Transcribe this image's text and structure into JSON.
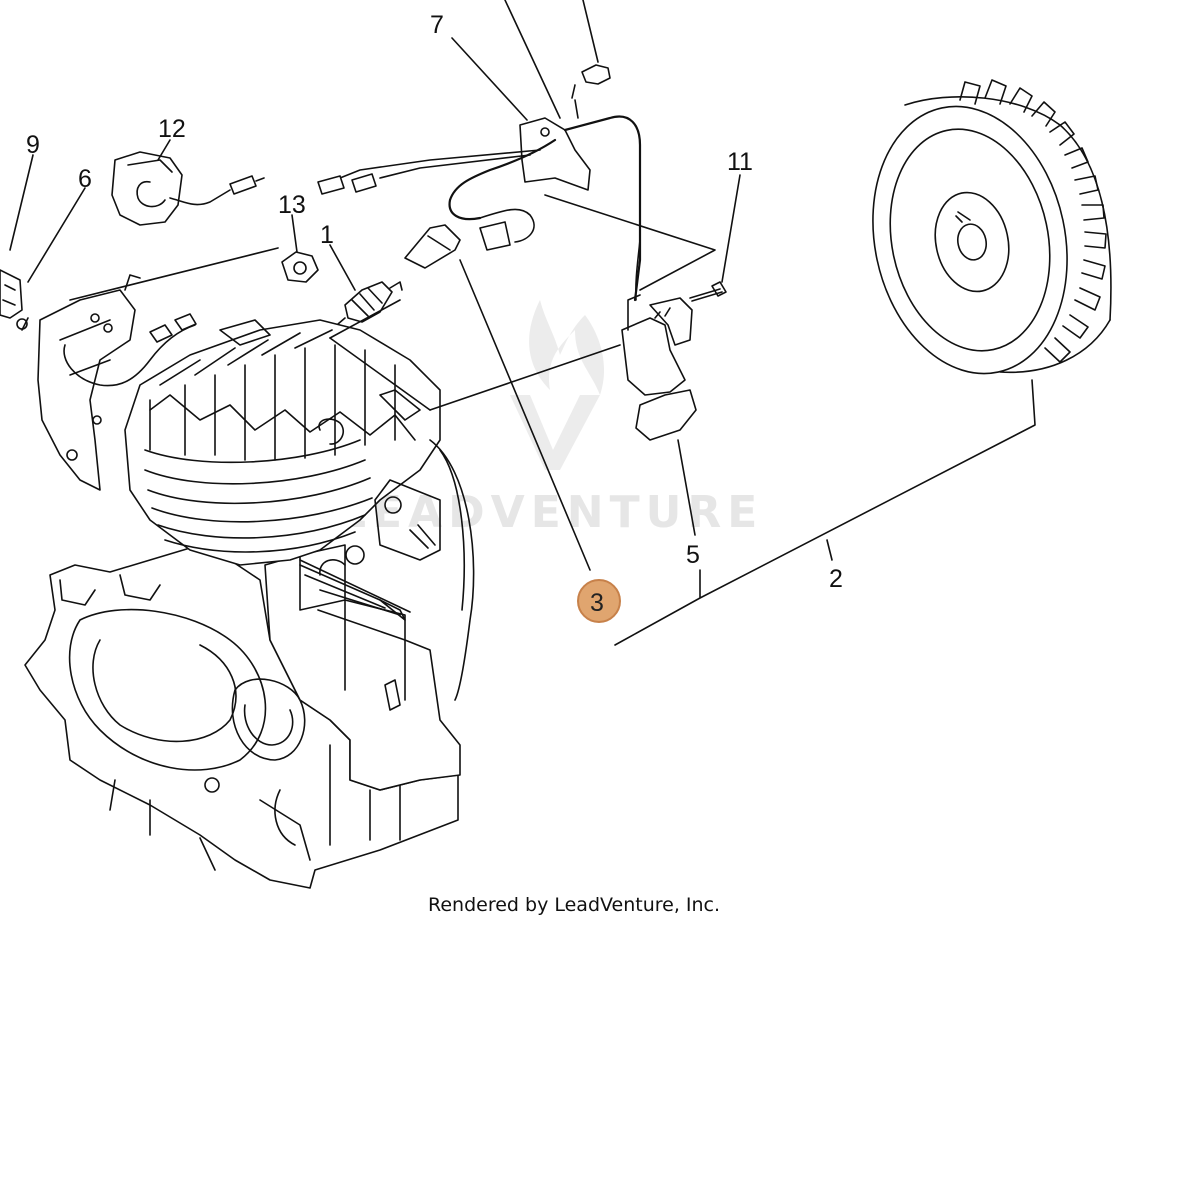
{
  "watermark": {
    "text": "LEADVENTURE"
  },
  "credit": "Rendered by LeadVenture, Inc.",
  "highlighted_callout": {
    "label": "3",
    "color": "#e0a56f"
  },
  "callouts": {
    "c1": "1",
    "c2": "2",
    "c5": "5",
    "c6": "6",
    "c7": "7",
    "c9": "9",
    "c11": "11",
    "c12": "12",
    "c13": "13"
  }
}
